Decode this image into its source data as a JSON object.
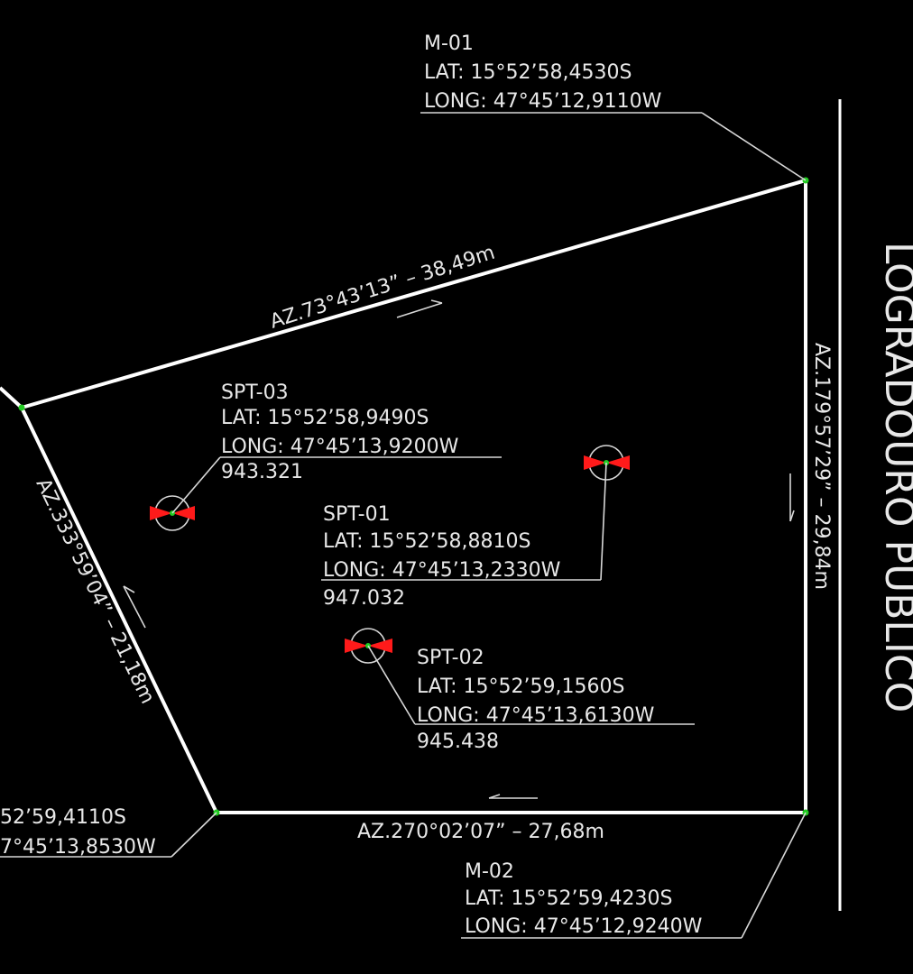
{
  "markers": {
    "m01": {
      "name": "M-01",
      "lat": "LAT:  15°52’58,4530S",
      "long": "LONG:  47°45’12,9110W"
    },
    "m02": {
      "name": "M-02",
      "lat": "LAT:  15°52’59,4230S",
      "long": "LONG:  47°45’12,9240W"
    },
    "left": {
      "lat": "52’59,4110S",
      "long": "7°45’13,8530W"
    }
  },
  "spts": {
    "spt01": {
      "name": "SPT-01",
      "lat": "LAT:  15°52’58,8810S",
      "long": "LONG:  47°45’13,2330W",
      "elev": "947.032"
    },
    "spt02": {
      "name": "SPT-02",
      "lat": "LAT:  15°52’59,1560S",
      "long": "LONG:  47°45’13,6130W",
      "elev": "945.438"
    },
    "spt03": {
      "name": "SPT-03",
      "lat": "LAT:  15°52’58,9490S",
      "long": "LONG:  47°45’13,9200W",
      "elev": "943.321"
    }
  },
  "edges": {
    "top": "AZ.73°43’13”  –  38,49m",
    "right": "AZ.179°57’29”  –  29,84m",
    "bottom": "AZ.270°02’07”  –  27,68m",
    "left": "AZ.333°59’04”  –  21,18m"
  },
  "street_label": "LOGRADOURO PÚBLICO",
  "colors": {
    "background": "#000000",
    "lines": "#ffffff",
    "marker": "#ff1a1a",
    "vertex": "#22cc22"
  }
}
